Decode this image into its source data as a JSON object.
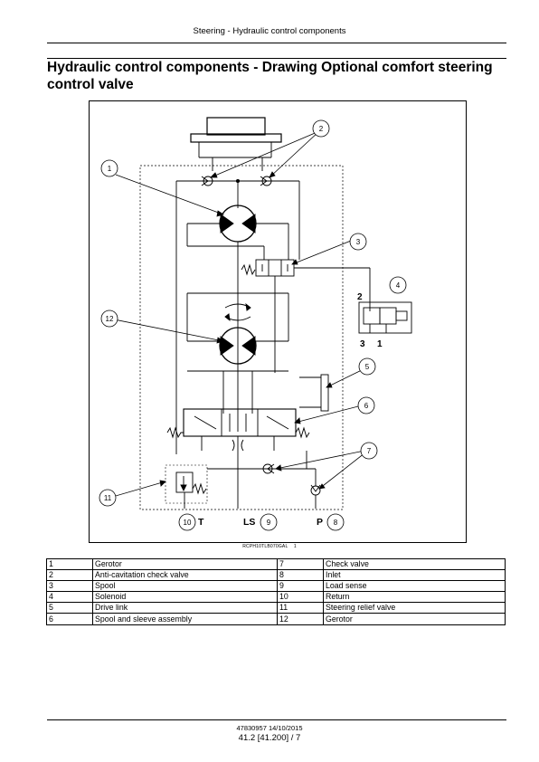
{
  "header": {
    "running_title": "Steering - Hydraulic control components"
  },
  "title": "Hydraulic control components - Drawing Optional comfort steering control valve",
  "figure": {
    "ref": "RCPH10TLB070GAL",
    "ref_num": "1",
    "port_labels": {
      "t": "T",
      "ls": "LS",
      "p": "P",
      "p2": "2",
      "p3": "3",
      "p1": "1"
    },
    "callouts": [
      "1",
      "2",
      "3",
      "4",
      "5",
      "6",
      "7",
      "12",
      "11",
      "10",
      "9",
      "8"
    ]
  },
  "legend": [
    {
      "n1": "1",
      "d1": "Gerotor",
      "n2": "7",
      "d2": "Check valve"
    },
    {
      "n1": "2",
      "d1": "Anti-cavitation check valve",
      "n2": "8",
      "d2": "Inlet"
    },
    {
      "n1": "3",
      "d1": "Spool",
      "n2": "9",
      "d2": "Load sense"
    },
    {
      "n1": "4",
      "d1": "Solenoid",
      "n2": "10",
      "d2": "Return"
    },
    {
      "n1": "5",
      "d1": "Drive link",
      "n2": "11",
      "d2": "Steering relief valve"
    },
    {
      "n1": "6",
      "d1": "Spool and sleeve assembly",
      "n2": "12",
      "d2": "Gerotor"
    }
  ],
  "footer": {
    "doc": "47830957 14/10/2015",
    "page": "41.2 [41.200] / 7"
  }
}
